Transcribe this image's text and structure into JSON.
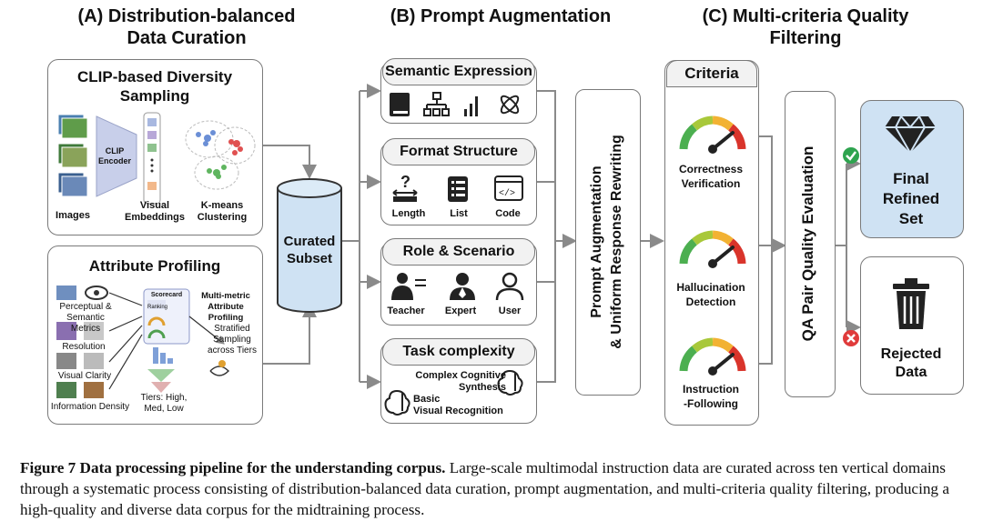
{
  "sections": {
    "a_title": "(A) Distribution-balanced\nData Curation",
    "b_title": "(B) Prompt Augmentation",
    "c_title": "(C) Multi-criteria Quality\nFiltering"
  },
  "clip_box": {
    "title": "CLIP-based Diversity\nSampling",
    "encoder": "CLIP\nEncoder",
    "images": "Images",
    "visual_embeddings": "Visual\nEmbeddings",
    "kmeans": "K-means\nClustering"
  },
  "attr_box": {
    "title": "Attribute Profiling",
    "metrics": [
      "Perceptual &\nSemantic Metrics",
      "Resolution",
      "Visual Clarity",
      "Information Density"
    ],
    "scorecard": "Scorecard",
    "ranking": "Ranking",
    "multi_metric": "Multi-metric\nAttribute Profiling",
    "stratified": "Stratified\nSampling\nacross Tiers",
    "tiers": "Tiers: High,\nMed, Low"
  },
  "curated": "Curated\nSubset",
  "augment_boxes": [
    {
      "title": "Semantic Expression",
      "items": []
    },
    {
      "title": "Format Structure",
      "items": [
        "Length",
        "List",
        "Code"
      ]
    },
    {
      "title": "Role & Scenario",
      "items": [
        "Teacher",
        "Expert",
        "User"
      ]
    },
    {
      "title": "Task complexity",
      "items": [
        "Complex Cognitive\nSynthesis",
        "Basic\nVisual Recognition"
      ]
    }
  ],
  "rewrite": "Prompt Augmentation\n& Uniform Response Rewriting",
  "criteria": {
    "title": "Criteria",
    "items": [
      "Correctness\nVerification",
      "Hallucination\nDetection",
      "Instruction\n-Following"
    ]
  },
  "qa_eval": "QA Pair Quality Evaluation",
  "final": "Final\nRefined\nSet",
  "rejected": "Rejected\nData",
  "caption": {
    "label": "Figure 7  Data processing pipeline for the understanding corpus.",
    "text": "Large-scale multimodal instruction data are curated across ten vertical domains through a systematic process consisting of distribution-balanced data curation, prompt augmentation, and multi-criteria quality filtering, producing a high-quality and diverse data corpus for the midtraining process."
  },
  "colors": {
    "accent_blue": "#cfe2f3",
    "check_green": "#2ea44f",
    "reject_red": "#e03b3b",
    "gray_border": "#7a7a7a"
  }
}
